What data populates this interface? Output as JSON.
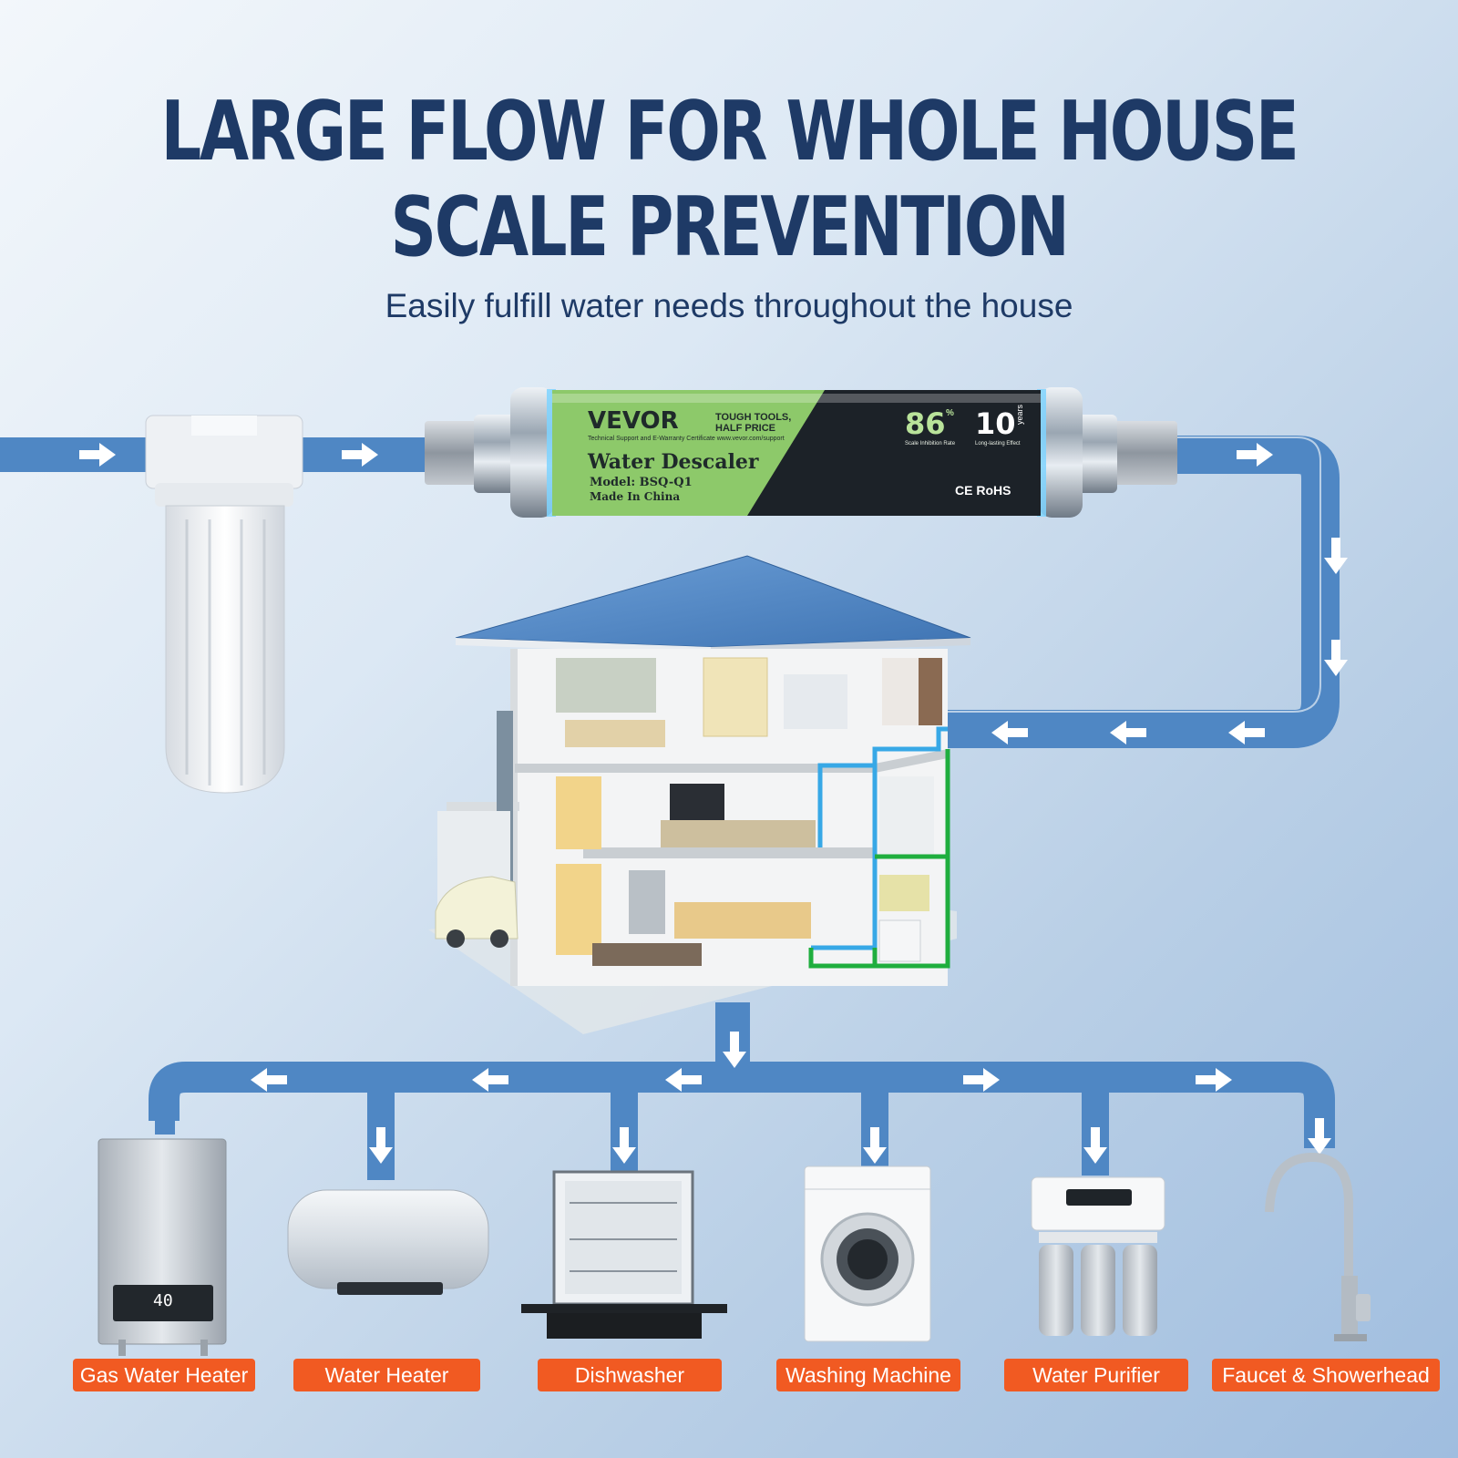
{
  "headline": {
    "line1": "LARGE FLOW FOR WHOLE HOUSE",
    "line2": "SCALE PREVENTION"
  },
  "subtitle": "Easily fulfill water needs throughout the house",
  "product": {
    "brand": "VEVOR",
    "tagline1": "TOUGH TOOLS,",
    "tagline2": "HALF PRICE",
    "support": "Technical Support and E-Warranty Certificate www.vevor.com/support",
    "name": "Water Descaler",
    "model": "Model: BSQ-Q1",
    "origin": "Made In China",
    "rate_value": "86",
    "rate_unit": "%",
    "rate_caption": "Scale Inhibition Rate",
    "years_value": "10",
    "years_unit": "years",
    "years_caption": "Long-lasting Effect",
    "certs": "CE RoHS"
  },
  "appliances": [
    {
      "label": "Gas Water Heater",
      "display": "40"
    },
    {
      "label": "Water Heater"
    },
    {
      "label": "Dishwasher"
    },
    {
      "label": "Washing Machine"
    },
    {
      "label": "Water Purifier"
    },
    {
      "label": "Faucet & Showerhead"
    }
  ],
  "colors": {
    "pipe": "#4f87c4",
    "title": "#1e3a66",
    "label_bg": "#f15a22",
    "descaler_green": "#8dc96a",
    "descaler_dark": "#1c2228"
  }
}
